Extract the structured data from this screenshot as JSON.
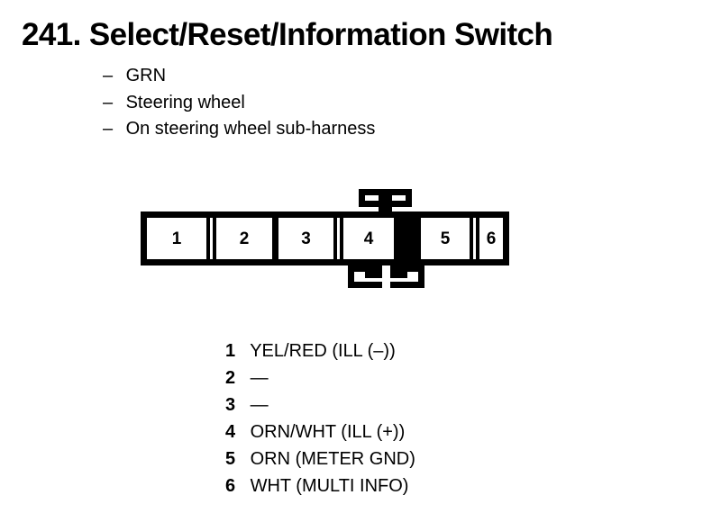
{
  "page": {
    "title": "241. Select/Reset/Information Switch",
    "item_number": "241.",
    "item_name": "Select/Reset/Information Switch",
    "ink_color": "#000000",
    "background_color": "#ffffff"
  },
  "notes": {
    "bullet_glyph": "–",
    "items": [
      {
        "text": "GRN"
      },
      {
        "text": "Steering wheel"
      },
      {
        "text": "On steering wheel sub-harness"
      }
    ]
  },
  "connector": {
    "cavity_count": 6,
    "cavities": [
      {
        "number": "1"
      },
      {
        "number": "2"
      },
      {
        "number": "3"
      },
      {
        "number": "4"
      },
      {
        "number": "5"
      },
      {
        "number": "6"
      }
    ]
  },
  "legend": {
    "rows": [
      {
        "pin": "1",
        "description": "YEL/RED (ILL (–))"
      },
      {
        "pin": "2",
        "description": "—"
      },
      {
        "pin": "3",
        "description": "—"
      },
      {
        "pin": "4",
        "description": "ORN/WHT (ILL (+))"
      },
      {
        "pin": "5",
        "description": "ORN (METER GND)"
      },
      {
        "pin": "6",
        "description": "WHT (MULTI INFO)"
      }
    ]
  }
}
